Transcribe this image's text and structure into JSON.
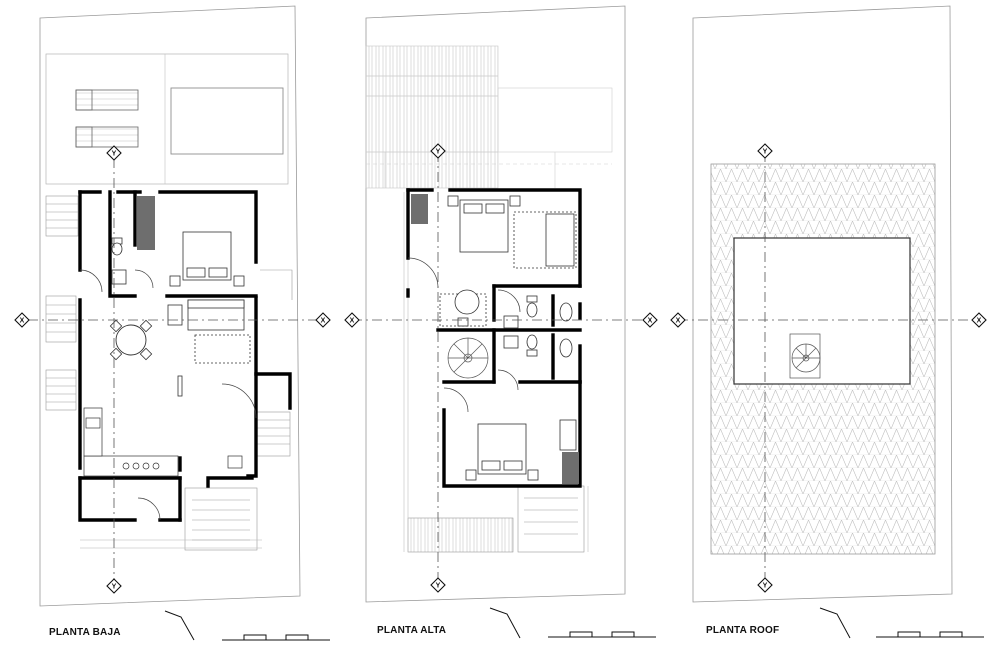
{
  "sheets": [
    {
      "title": "PLANTA BAJA"
    },
    {
      "title": "PLANTA ALTA"
    },
    {
      "title": "PLANTA ROOF"
    }
  ],
  "axis_marks": {
    "horizontal": "X",
    "vertical": "Y"
  }
}
